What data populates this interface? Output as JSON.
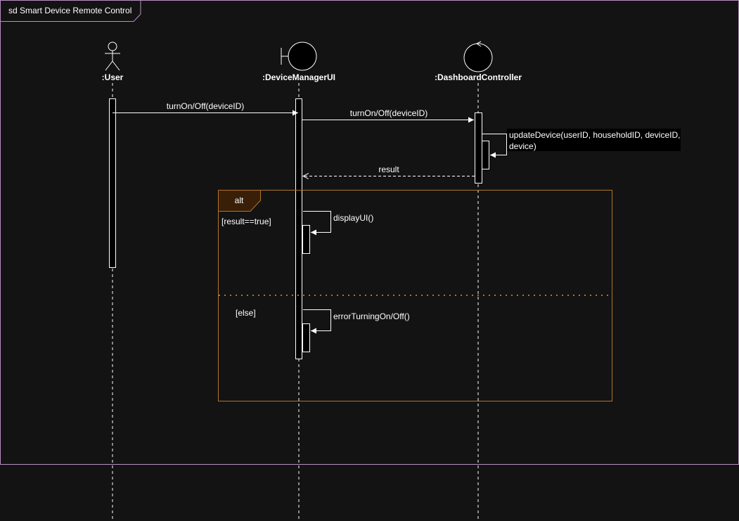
{
  "frame": {
    "title": "sd Smart Device Remote Control"
  },
  "participants": [
    {
      "name": ":User",
      "kind": "actor"
    },
    {
      "name": ":DeviceManagerUI",
      "kind": "boundary"
    },
    {
      "name": ":DashboardController",
      "kind": "control"
    }
  ],
  "messages": [
    {
      "label": "turnOn/Off(deviceID)",
      "from": ":User",
      "to": ":DeviceManagerUI",
      "style": "sync"
    },
    {
      "label": "turnOn/Off(deviceID)",
      "from": ":DeviceManagerUI",
      "to": ":DashboardController",
      "style": "sync"
    },
    {
      "label_line1": "updateDevice(userID, householdID, deviceID,",
      "label_line2": "device)",
      "from": ":DashboardController",
      "to": ":DashboardController",
      "style": "self"
    },
    {
      "label": "result",
      "from": ":DashboardController",
      "to": ":DeviceManagerUI",
      "style": "return"
    },
    {
      "label": "displayUI()",
      "from": ":DeviceManagerUI",
      "to": ":DeviceManagerUI",
      "style": "self"
    },
    {
      "label": "errorTurningOn/Off()",
      "from": ":DeviceManagerUI",
      "to": ":DeviceManagerUI",
      "style": "self"
    }
  ],
  "fragment": {
    "operator": "alt",
    "guard1": "[result==true]",
    "guard2": "[else]"
  },
  "colors": {
    "background": "#131313",
    "frame_border": "#b58fbf",
    "fragment_border": "#b0742a",
    "fragment_tab_fill": "#3a1f08",
    "line": "#ffffff"
  }
}
